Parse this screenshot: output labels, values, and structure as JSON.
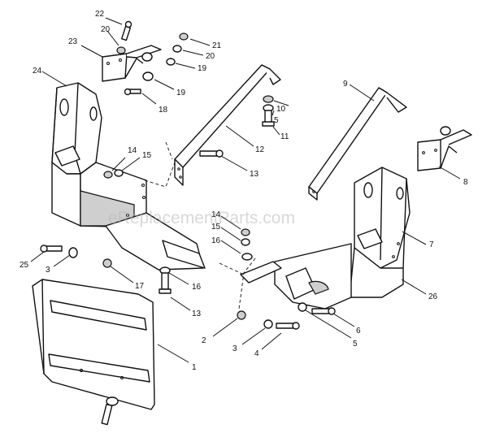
{
  "watermark": "eReplacementParts.com",
  "callouts": [
    {
      "label": "22"
    },
    {
      "label": "21"
    },
    {
      "label": "20"
    },
    {
      "label": "23"
    },
    {
      "label": "20"
    },
    {
      "label": "19"
    },
    {
      "label": "19"
    },
    {
      "label": "24"
    },
    {
      "label": "18"
    },
    {
      "label": "9"
    },
    {
      "label": "10"
    },
    {
      "label": "5"
    },
    {
      "label": "11"
    },
    {
      "label": "12"
    },
    {
      "label": "14"
    },
    {
      "label": "15"
    },
    {
      "label": "13"
    },
    {
      "label": "8"
    },
    {
      "label": "14"
    },
    {
      "label": "15"
    },
    {
      "label": "16"
    },
    {
      "label": "7"
    },
    {
      "label": "25"
    },
    {
      "label": "3"
    },
    {
      "label": "17"
    },
    {
      "label": "16"
    },
    {
      "label": "26"
    },
    {
      "label": "13"
    },
    {
      "label": "6"
    },
    {
      "label": "2"
    },
    {
      "label": "5"
    },
    {
      "label": "3"
    },
    {
      "label": "4"
    },
    {
      "label": "1"
    }
  ]
}
